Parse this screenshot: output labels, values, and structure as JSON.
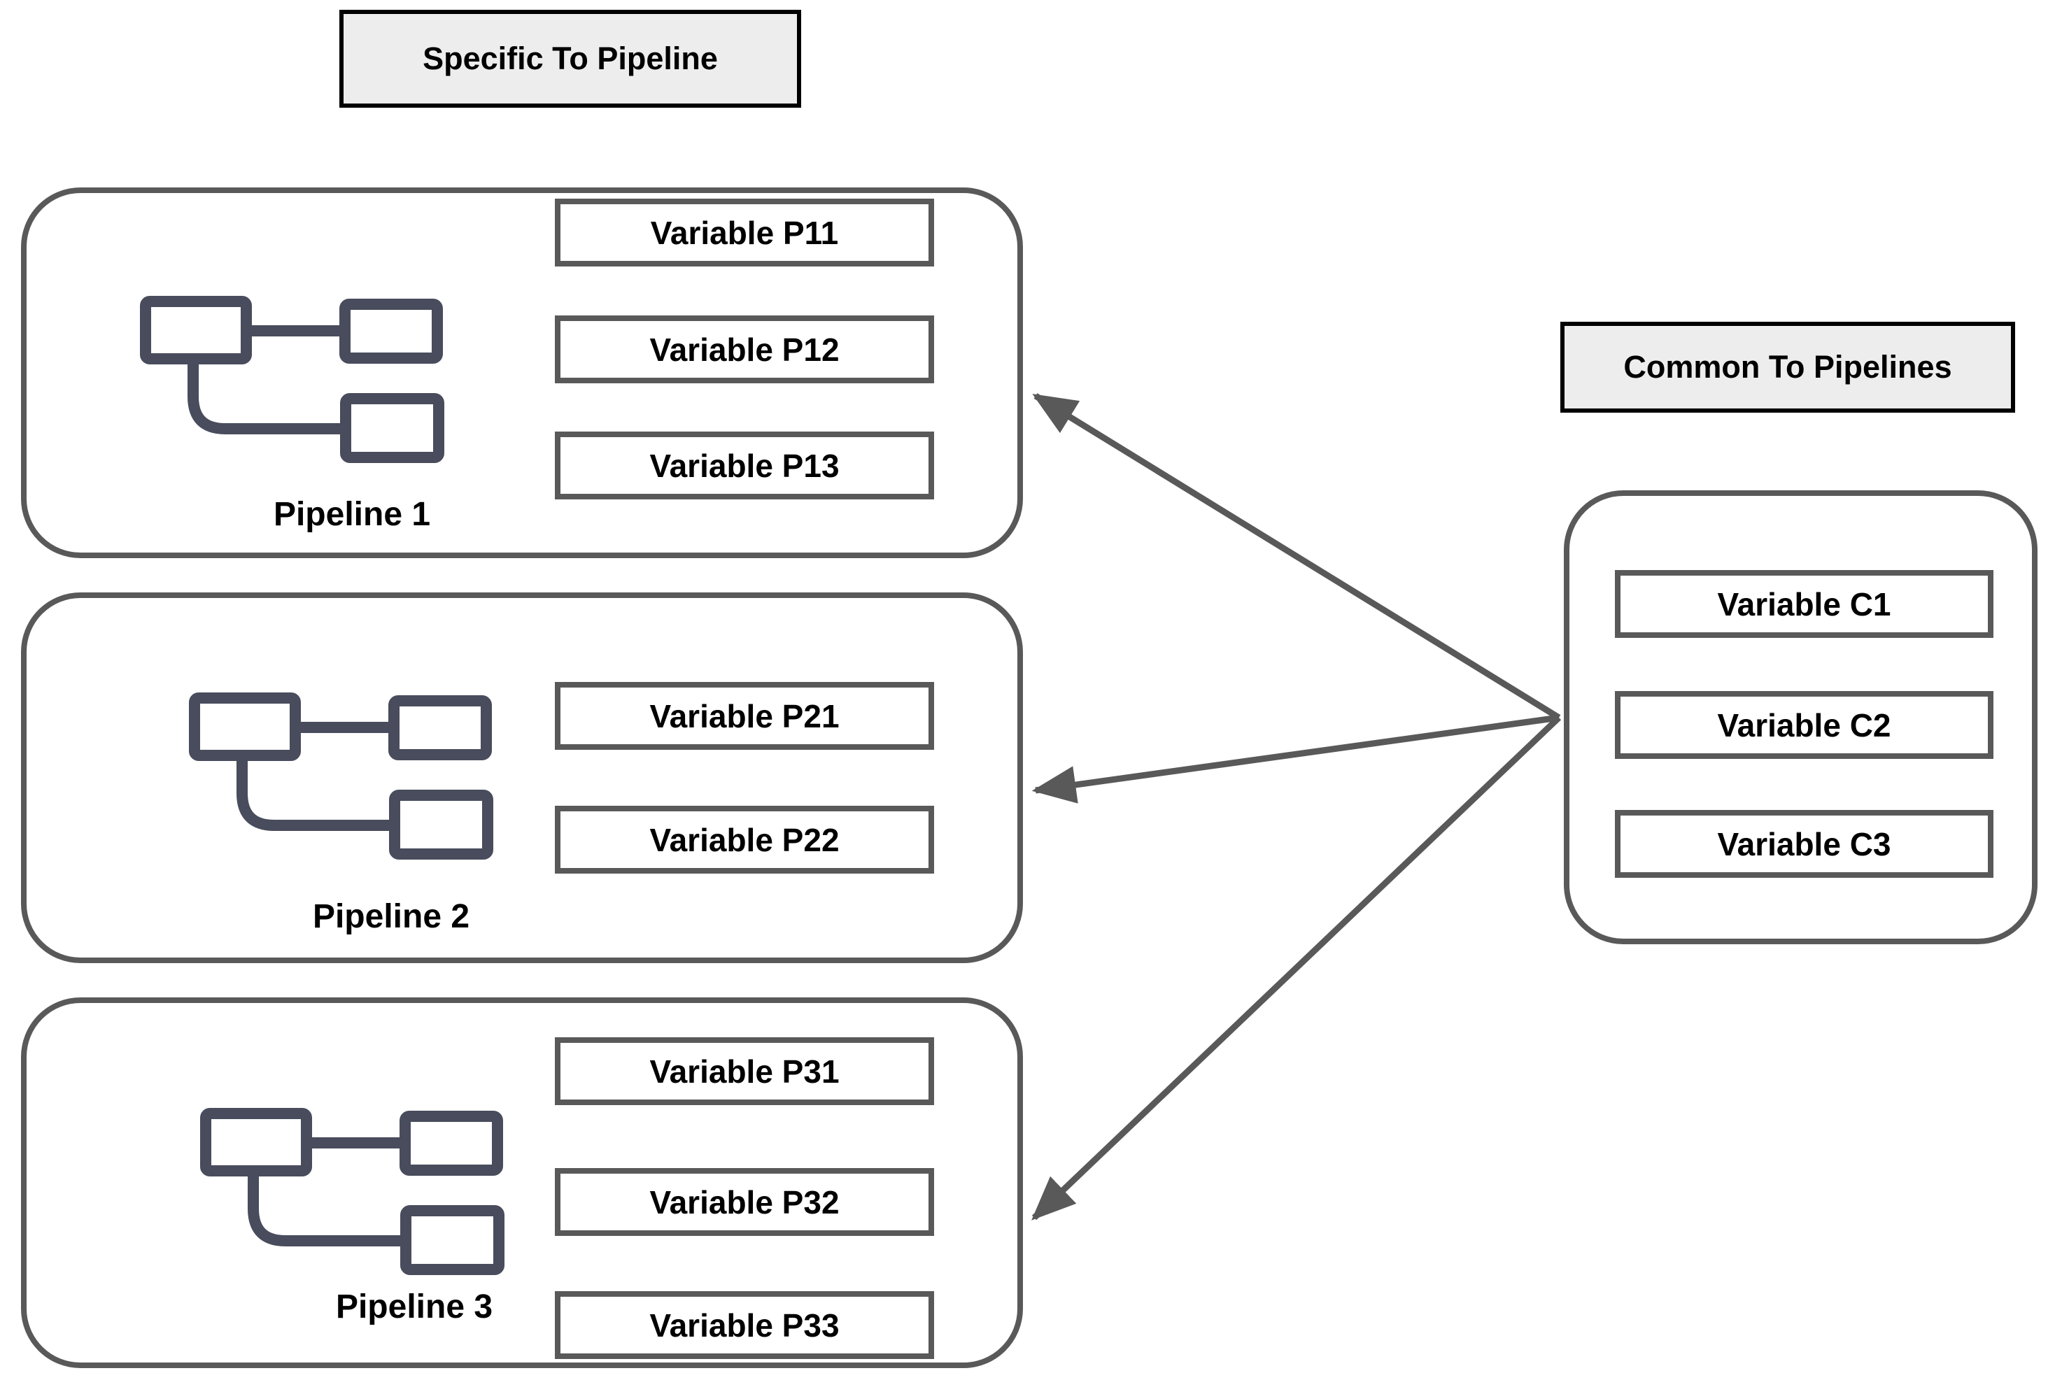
{
  "header_labels": {
    "specific": "Specific To Pipeline",
    "common": "Common To Pipelines"
  },
  "pipelines": [
    {
      "name": "Pipeline 1",
      "variables": [
        "Variable P11",
        "Variable P12",
        "Variable P13"
      ]
    },
    {
      "name": "Pipeline 2",
      "variables": [
        "Variable P21",
        "Variable P22"
      ]
    },
    {
      "name": "Pipeline 3",
      "variables": [
        "Variable P31",
        "Variable P32",
        "Variable P33"
      ]
    }
  ],
  "common_group": {
    "variables": [
      "Variable C1",
      "Variable C2",
      "Variable C3"
    ]
  },
  "arrows": {
    "description": "three arrows from left edge of common group pointing to right edge of each pipeline box",
    "count": 3
  },
  "icons": {
    "pipeline_icon": "flowchart-nodes-icon"
  },
  "colors": {
    "background": "#ffffff",
    "container_border": "#595959",
    "variable_box_border": "#595959",
    "label_box_border": "#000000",
    "label_box_fill": "#ededed",
    "arrow": "#595959",
    "pipeline_icon": "#484c5c",
    "text": "#000000"
  }
}
